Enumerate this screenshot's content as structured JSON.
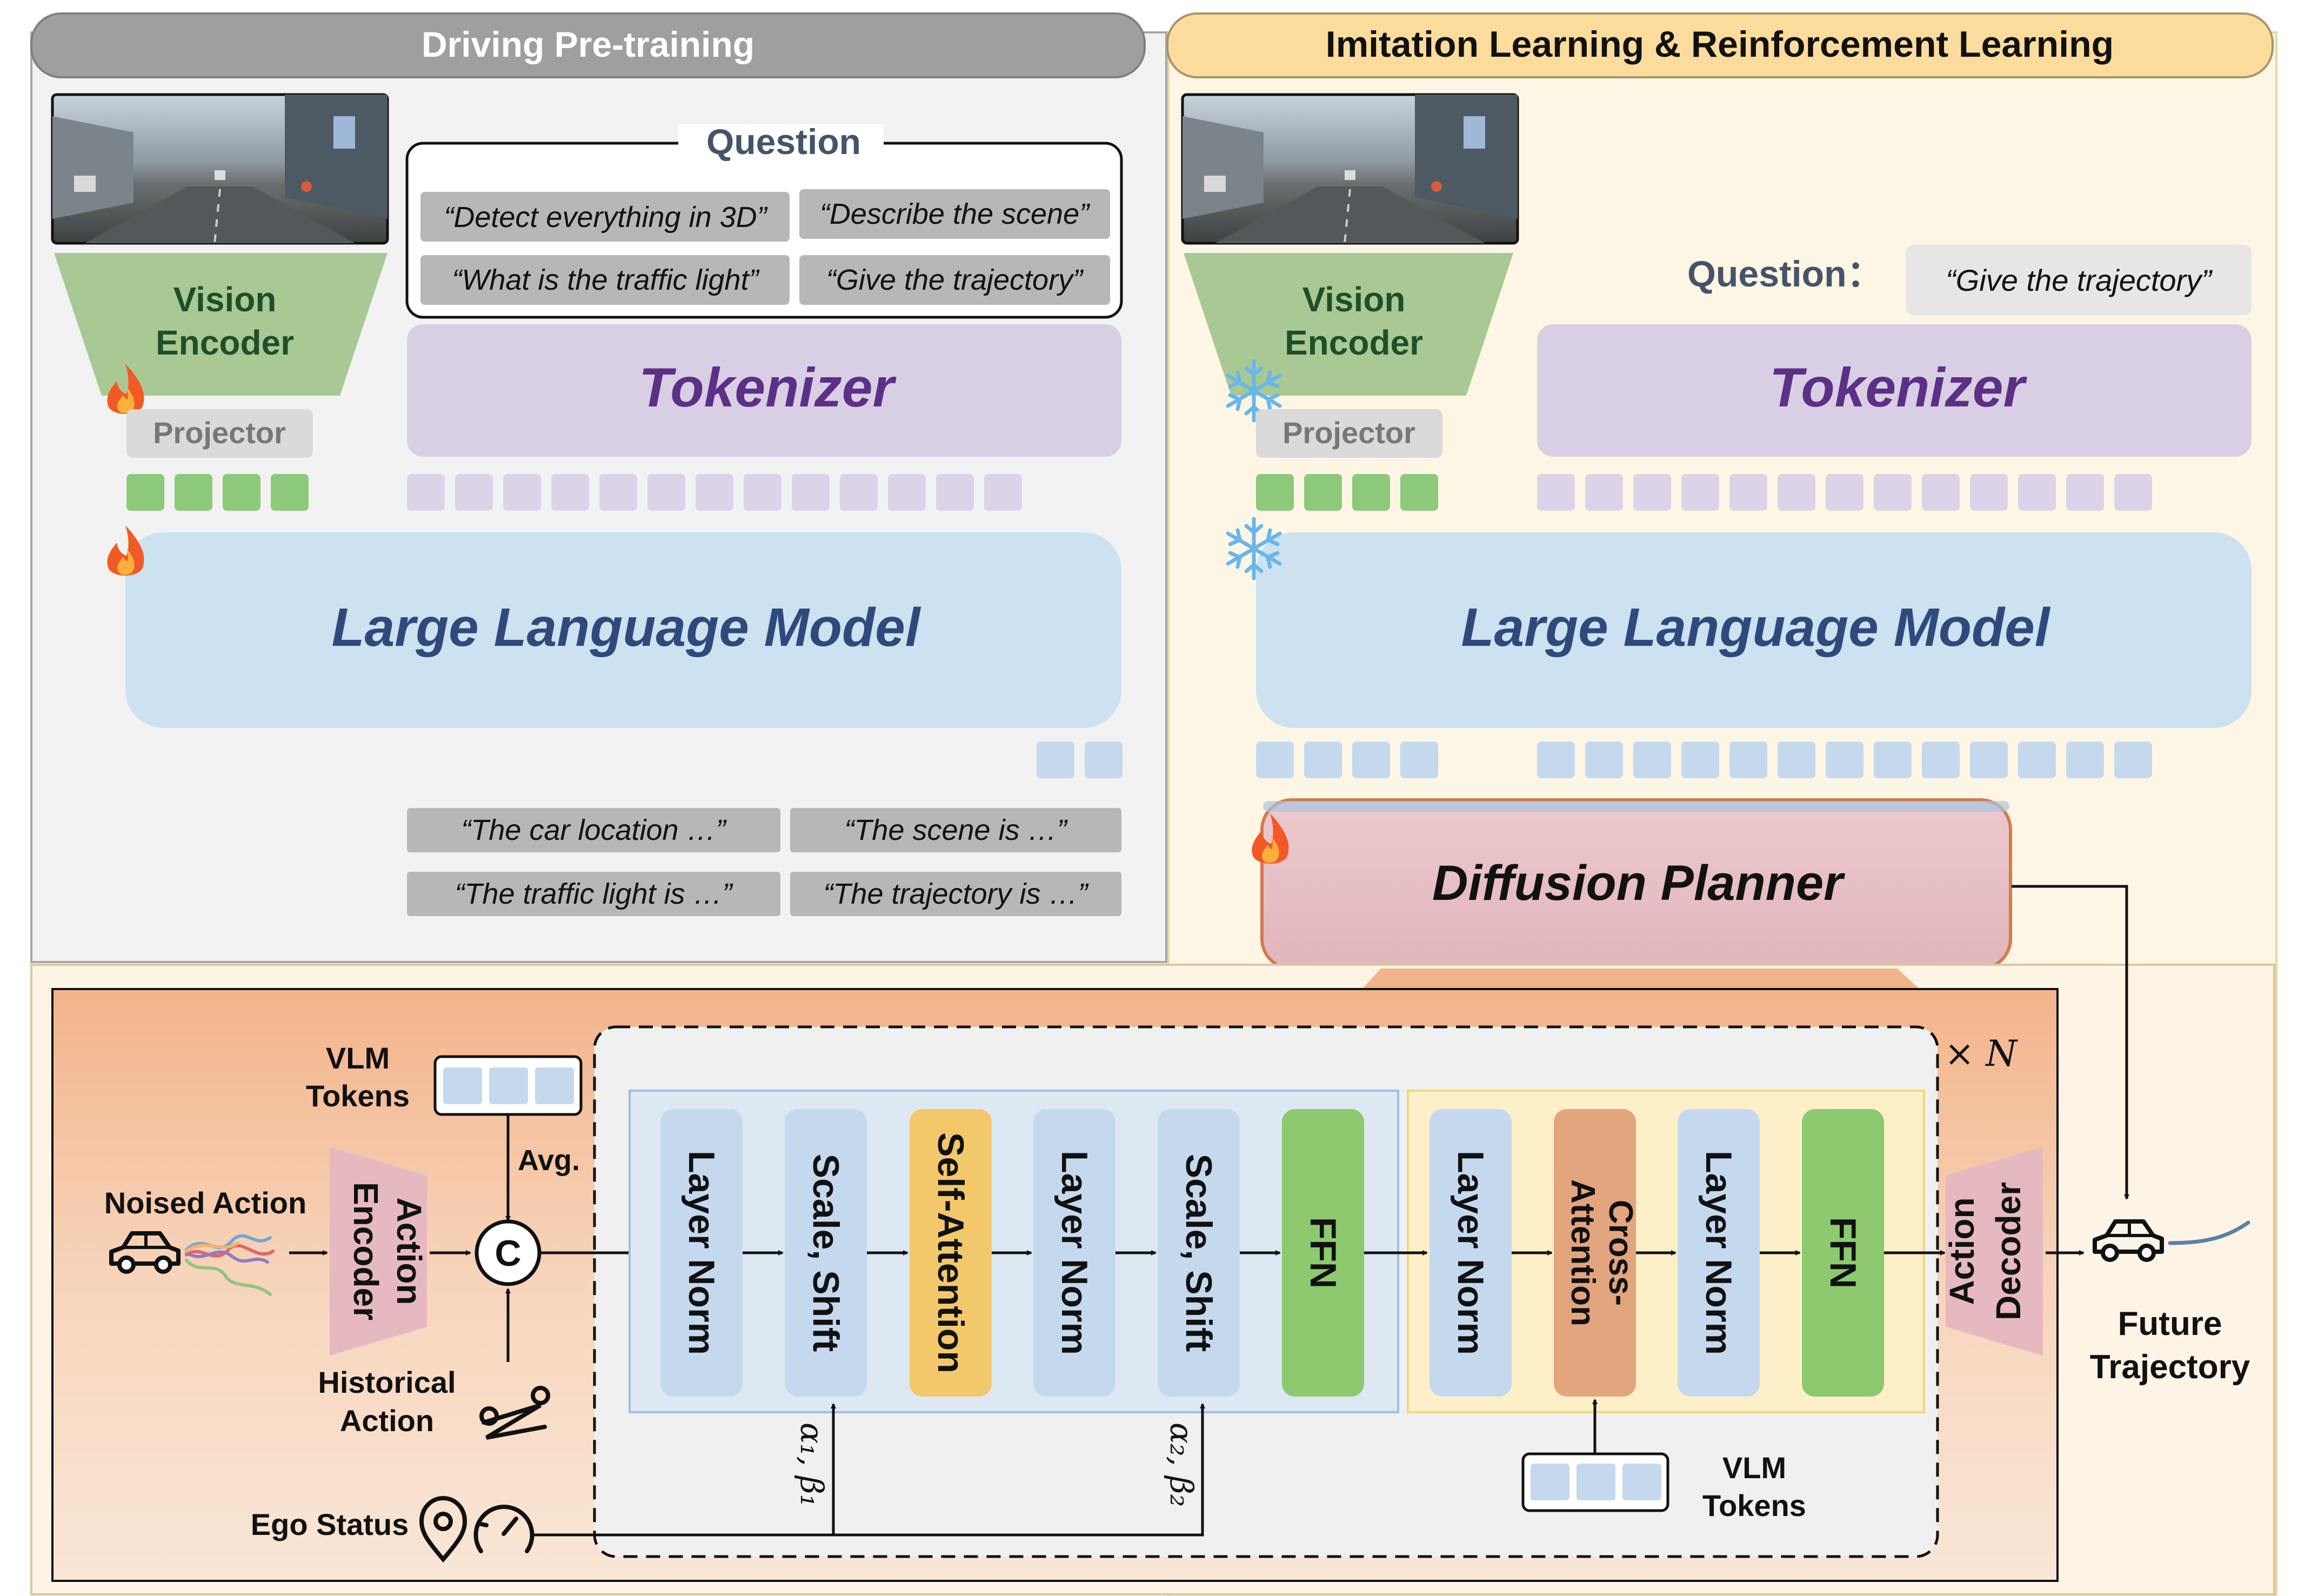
{
  "pretrain": {
    "title": "Driving Pre-training",
    "question_title": "Question",
    "questions": [
      "“Detect everything in 3D”",
      "“Describe the scene”",
      "“What is the traffic light”",
      "“Give the trajectory”"
    ],
    "vision_encoder_line1": "Vision",
    "vision_encoder_line2": "Encoder",
    "projector": "Projector",
    "tokenizer": "Tokenizer",
    "llm": "Large Language Model",
    "answers": [
      "“The car location …”",
      "“The scene is  …”",
      "“The traffic light is …”",
      "“The trajectory is …”"
    ]
  },
  "finetune": {
    "title": "Imitation Learning & Reinforcement Learning",
    "question_label": "Question：",
    "question": "“Give the trajectory”",
    "vision_encoder_line1": "Vision",
    "vision_encoder_line2": "Encoder",
    "projector": "Projector",
    "tokenizer": "Tokenizer",
    "llm": "Large Language Model",
    "planner": "Diffusion Planner"
  },
  "planner_detail": {
    "vlm_tokens_line1": "VLM",
    "vlm_tokens_line2": "Tokens",
    "avg": "Avg.",
    "concat": "C",
    "noised_action": "Noised Action",
    "action_encoder_line1": "Action",
    "action_encoder_line2": "Encoder",
    "historical_action_line1": "Historical",
    "historical_action_line2": "Action",
    "ego_status": "Ego Status",
    "repeat": "× N",
    "block1": [
      "Layer Norm",
      "Scale, Shift",
      "Self-Attention",
      "Layer Norm",
      "Scale, Shift",
      "FFN"
    ],
    "block2_ln1": "Layer Norm",
    "cross_line1": "Cross-",
    "cross_line2": "Attention",
    "block2_ln2": "Layer Norm",
    "block2_ffn": "FFN",
    "mod1": "α₁, β₁",
    "mod2": "α₂, β₂",
    "vlm_tokens2_line1": "VLM",
    "vlm_tokens2_line2": "Tokens",
    "action_decoder_line1": "Action",
    "action_decoder_line2": "Decoder",
    "future_line1": "Future",
    "future_line2": "Trajectory"
  },
  "colors": {
    "green_token": "#8dc97a",
    "purple_token": "#ddd3e9",
    "blue_token": "#c5d9ee",
    "llm_fill": "#cce2f0",
    "tokenizer_fill": "#d8cfe4",
    "planner_fill": "#e6c2c8",
    "self_attention": "#f2c86b",
    "cross_attention": "#e3a57d",
    "ffn": "#8cc96f"
  }
}
